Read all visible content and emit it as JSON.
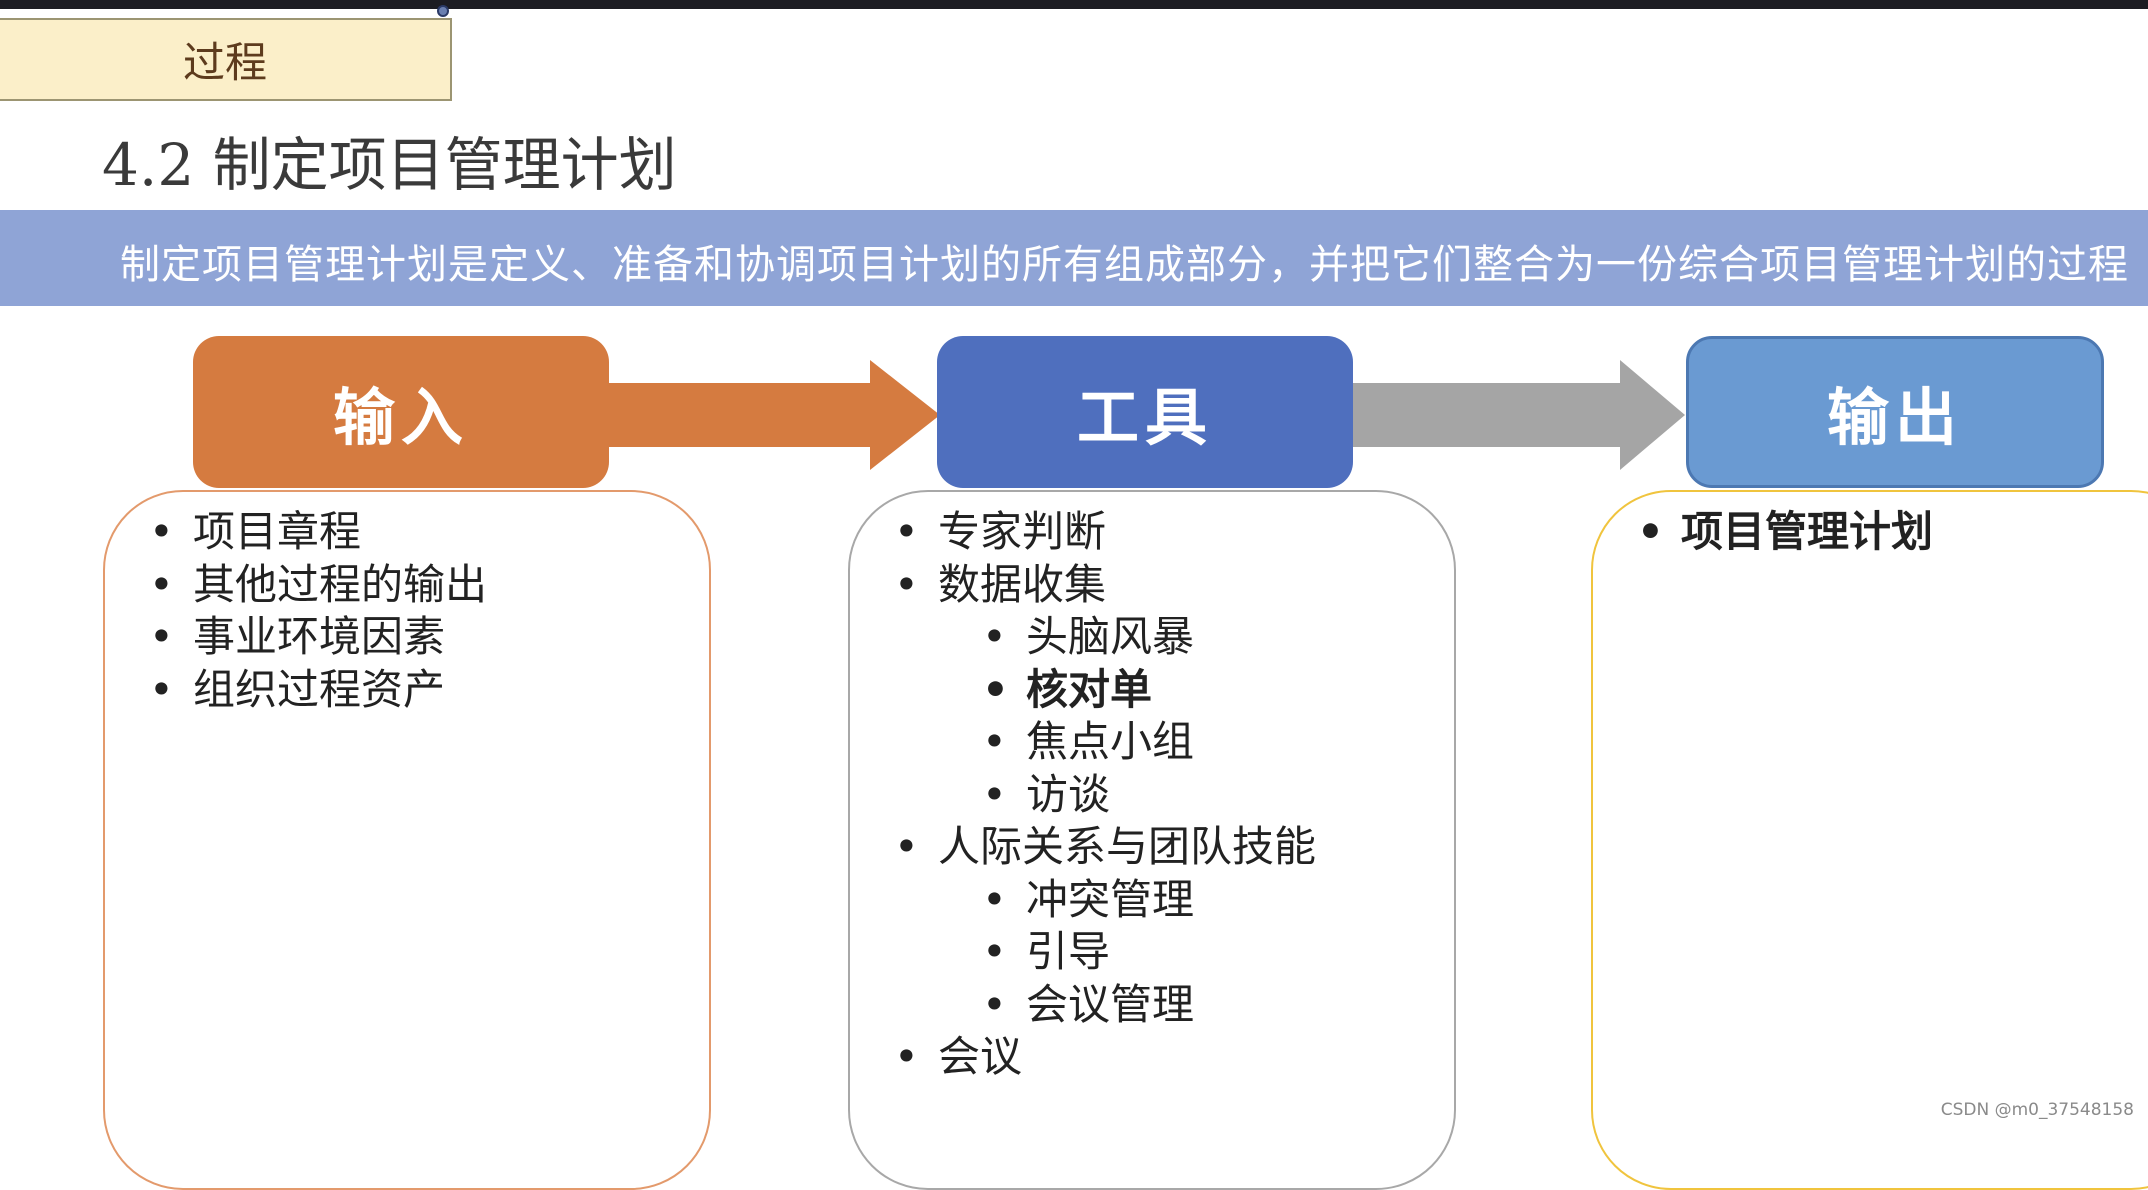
{
  "header_tag": "过程",
  "title": "4.2 制定项目管理计划",
  "banner_text": "制定项目管理计划是定义、准备和协调项目计划的所有组成部分，并把它们整合为一份综合项目管理计划的过程",
  "columns": {
    "input": {
      "label": "输入",
      "color": "#d57b40",
      "items": [
        {
          "text": "项目章程",
          "level": 1
        },
        {
          "text": "其他过程的输出",
          "level": 1
        },
        {
          "text": "事业环境因素",
          "level": 1
        },
        {
          "text": "组织过程资产",
          "level": 1
        }
      ]
    },
    "tools": {
      "label": "工具",
      "color": "#4f6fbe",
      "items": [
        {
          "text": "专家判断",
          "level": 1
        },
        {
          "text": "数据收集",
          "level": 1
        },
        {
          "text": "头脑风暴",
          "level": 2
        },
        {
          "text": "核对单",
          "level": 2,
          "bold": true
        },
        {
          "text": "焦点小组",
          "level": 2
        },
        {
          "text": "访谈",
          "level": 2
        },
        {
          "text": "人际关系与团队技能",
          "level": 1
        },
        {
          "text": "冲突管理",
          "level": 2
        },
        {
          "text": "引导",
          "level": 2
        },
        {
          "text": "会议管理",
          "level": 2
        },
        {
          "text": "会议",
          "level": 1
        }
      ]
    },
    "output": {
      "label": "输出",
      "color": "#6a9ad2",
      "items": [
        {
          "text": "项目管理计划",
          "level": 1,
          "bold": true
        }
      ]
    }
  },
  "watermark": "CSDN @m0_37548158"
}
